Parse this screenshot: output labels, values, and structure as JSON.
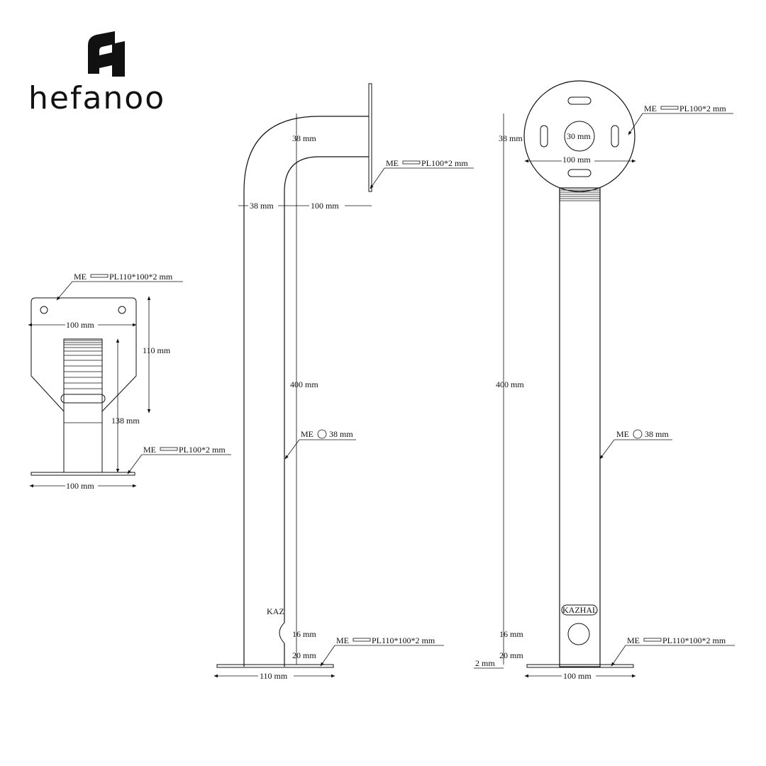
{
  "brand": {
    "name": "hefanoo"
  },
  "labels": {
    "plate_label": "ME",
    "spec_pl110": "PL110*100*2 mm",
    "spec_pl100": "PL100*2 mm",
    "spec_pipe": "38 mm",
    "dim_100": "100 mm",
    "dim_110": "110 mm",
    "dim_138": "138 mm",
    "dim_38": "38 mm",
    "dim_30": "30 mm",
    "dim_400": "400 mm",
    "dim_16": "16 mm",
    "dim_20": "20 mm",
    "dim_2": "2 mm",
    "stamp": "KAZHAL",
    "stamp_short": "KAZ"
  },
  "colors": {
    "ink": "#111111",
    "background": "#ffffff"
  }
}
